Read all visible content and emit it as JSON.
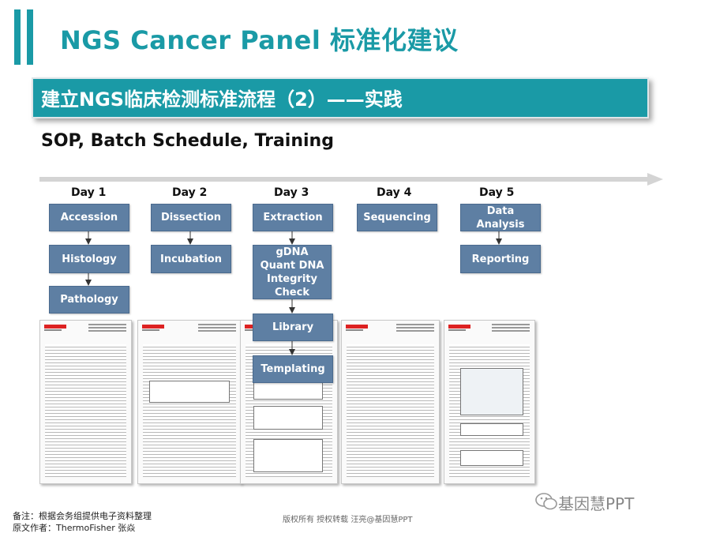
{
  "header": {
    "title": "NGS Cancer Panel 标准化建议",
    "banner": "建立NGS临床检测标准流程（2）——实践"
  },
  "section": {
    "subtitle": "SOP, Batch Schedule, Training"
  },
  "workflow": {
    "days": [
      {
        "label": "Day 1",
        "steps": [
          "Accession",
          "Histology",
          "Pathology"
        ]
      },
      {
        "label": "Day 2",
        "steps": [
          "Dissection",
          "Incubation"
        ]
      },
      {
        "label": "Day 3",
        "steps": [
          "Extraction",
          "gDNA Quant DNA Integrity Check",
          "Library",
          "Templating"
        ]
      },
      {
        "label": "Day 4",
        "steps": [
          "Sequencing"
        ]
      },
      {
        "label": "Day 5",
        "steps": [
          "Data Analysis",
          "Reporting"
        ]
      }
    ]
  },
  "footer": {
    "note_line1": "备注：根据会务组提供电子资料整理",
    "note_line2": "原文作者：ThermoFisher  张焱",
    "center": "版权所有 授权转载 汪亮@基因慧PPT",
    "watermark": "基因慧PPT"
  },
  "colors": {
    "accent": "#1a9aa6",
    "step_box": "#5e7fa3"
  },
  "icons": [
    "wechat-icon"
  ]
}
